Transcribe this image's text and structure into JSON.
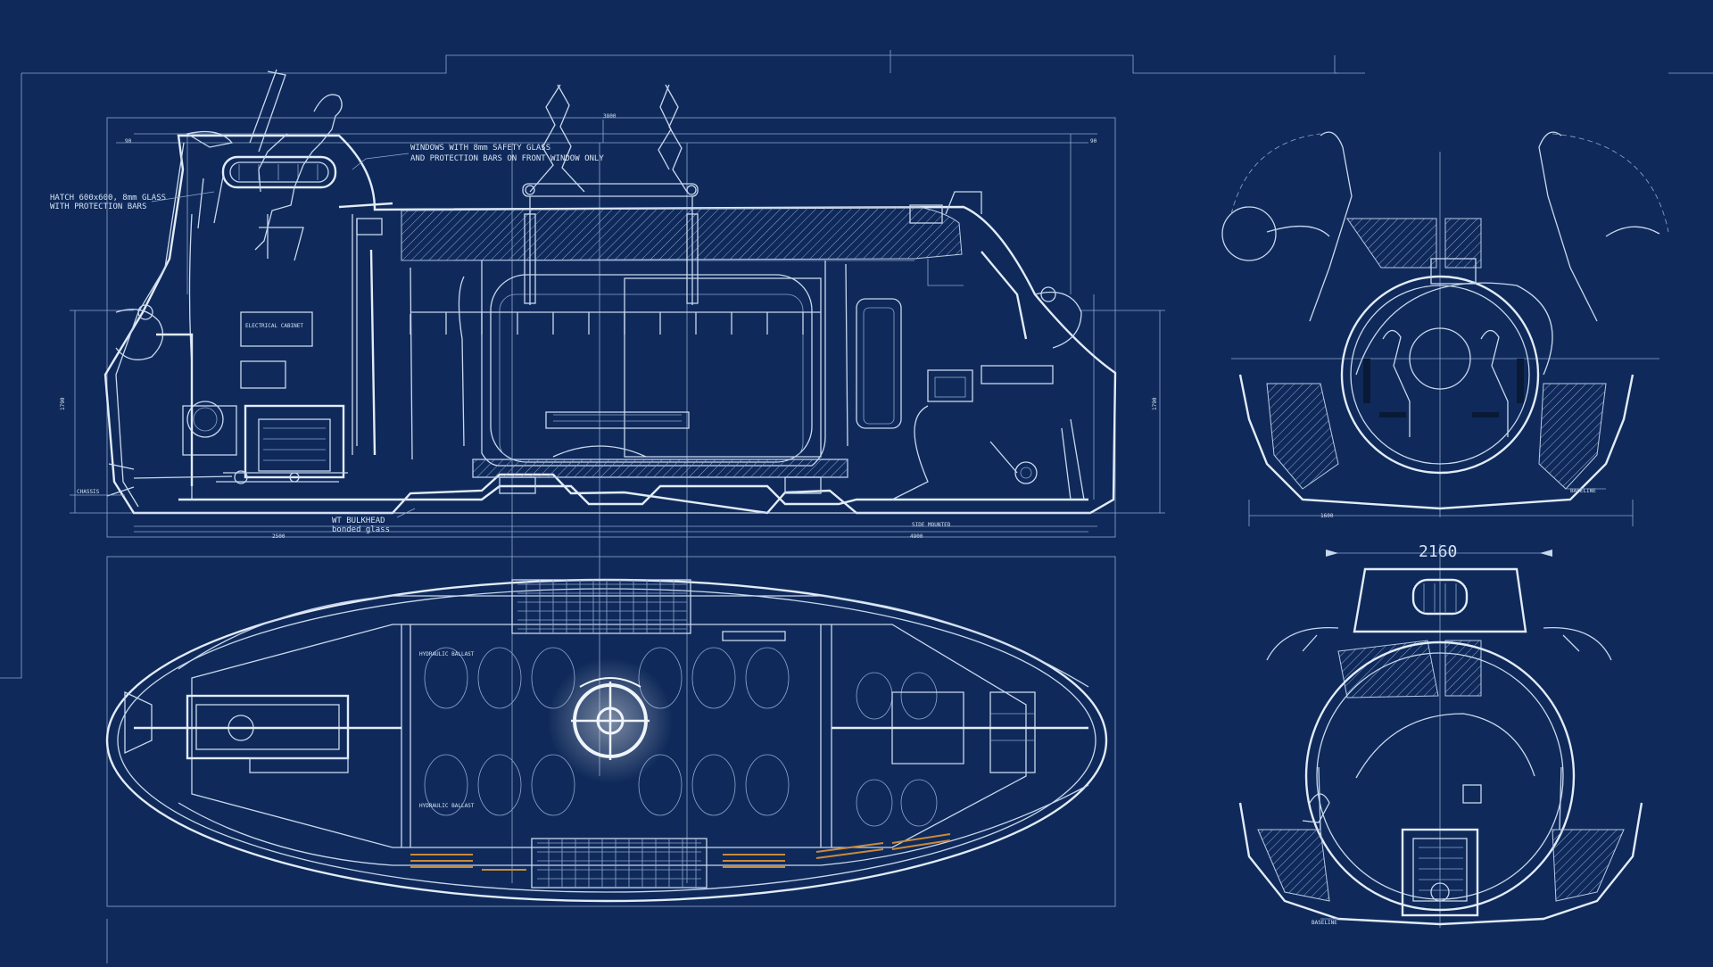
{
  "palette": {
    "background": "#0f2a5a",
    "line": "#c9d8ee",
    "accent": "#c98a3a"
  },
  "labels": {
    "hatch_note_1": "HATCH 600x600, 8mm GLASS",
    "hatch_note_2": "WITH PROTECTION BARS",
    "windows_note_1": "WINDOWS WITH 8mm SAFETY GLASS",
    "windows_note_2": "AND PROTECTION BARS ON FRONT WINDOW ONLY",
    "dim_top_center": "3800",
    "dim_left_height": "1790",
    "dim_right_height": "1790",
    "dim_bottom_left": "2500",
    "dim_bottom_right": "4900",
    "wt_bulkhead_1": "WT BULKHEAD",
    "wt_bulkhead_2": "bonded glass",
    "sternline_note": "SIDE MOUNTED",
    "chassis_note": "CHASSIS",
    "elec_note": "ELECTRICAL CABINET",
    "hydro_ballast": "HYDRAULIC BALLAST",
    "dim_front_view": "1600",
    "dim_rear_view": "2160",
    "baseline_note": "BASELINE",
    "rear_view_dim_label": "2160"
  }
}
